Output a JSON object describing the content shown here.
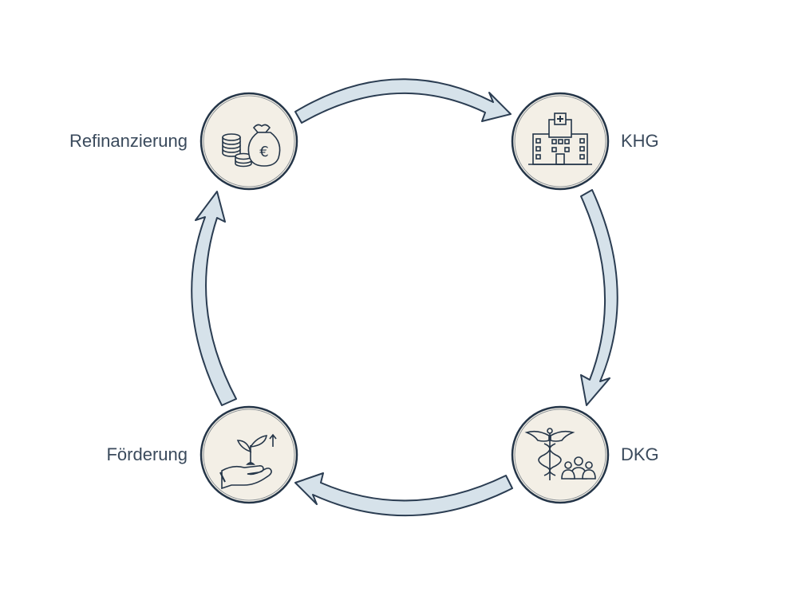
{
  "diagram": {
    "type": "cycle",
    "colors": {
      "node_fill": "#f3efe6",
      "node_stroke": "#243548",
      "arrow_fill": "#d6e2ea",
      "arrow_stroke": "#2b3d52",
      "text": "#3a4a5c"
    },
    "nodes": [
      {
        "id": "refinanzierung",
        "label": "Refinanzierung",
        "icon": "money-bag-euro-coins-icon"
      },
      {
        "id": "khg",
        "label": "KHG",
        "icon": "hospital-building-icon"
      },
      {
        "id": "dkg",
        "label": "DKG",
        "icon": "caduceus-people-icon"
      },
      {
        "id": "foerderung",
        "label": "Förderung",
        "icon": "hand-plant-growth-icon"
      }
    ],
    "arrows": [
      {
        "from": "refinanzierung",
        "to": "khg"
      },
      {
        "from": "khg",
        "to": "dkg"
      },
      {
        "from": "dkg",
        "to": "foerderung"
      },
      {
        "from": "foerderung",
        "to": "refinanzierung"
      }
    ]
  }
}
